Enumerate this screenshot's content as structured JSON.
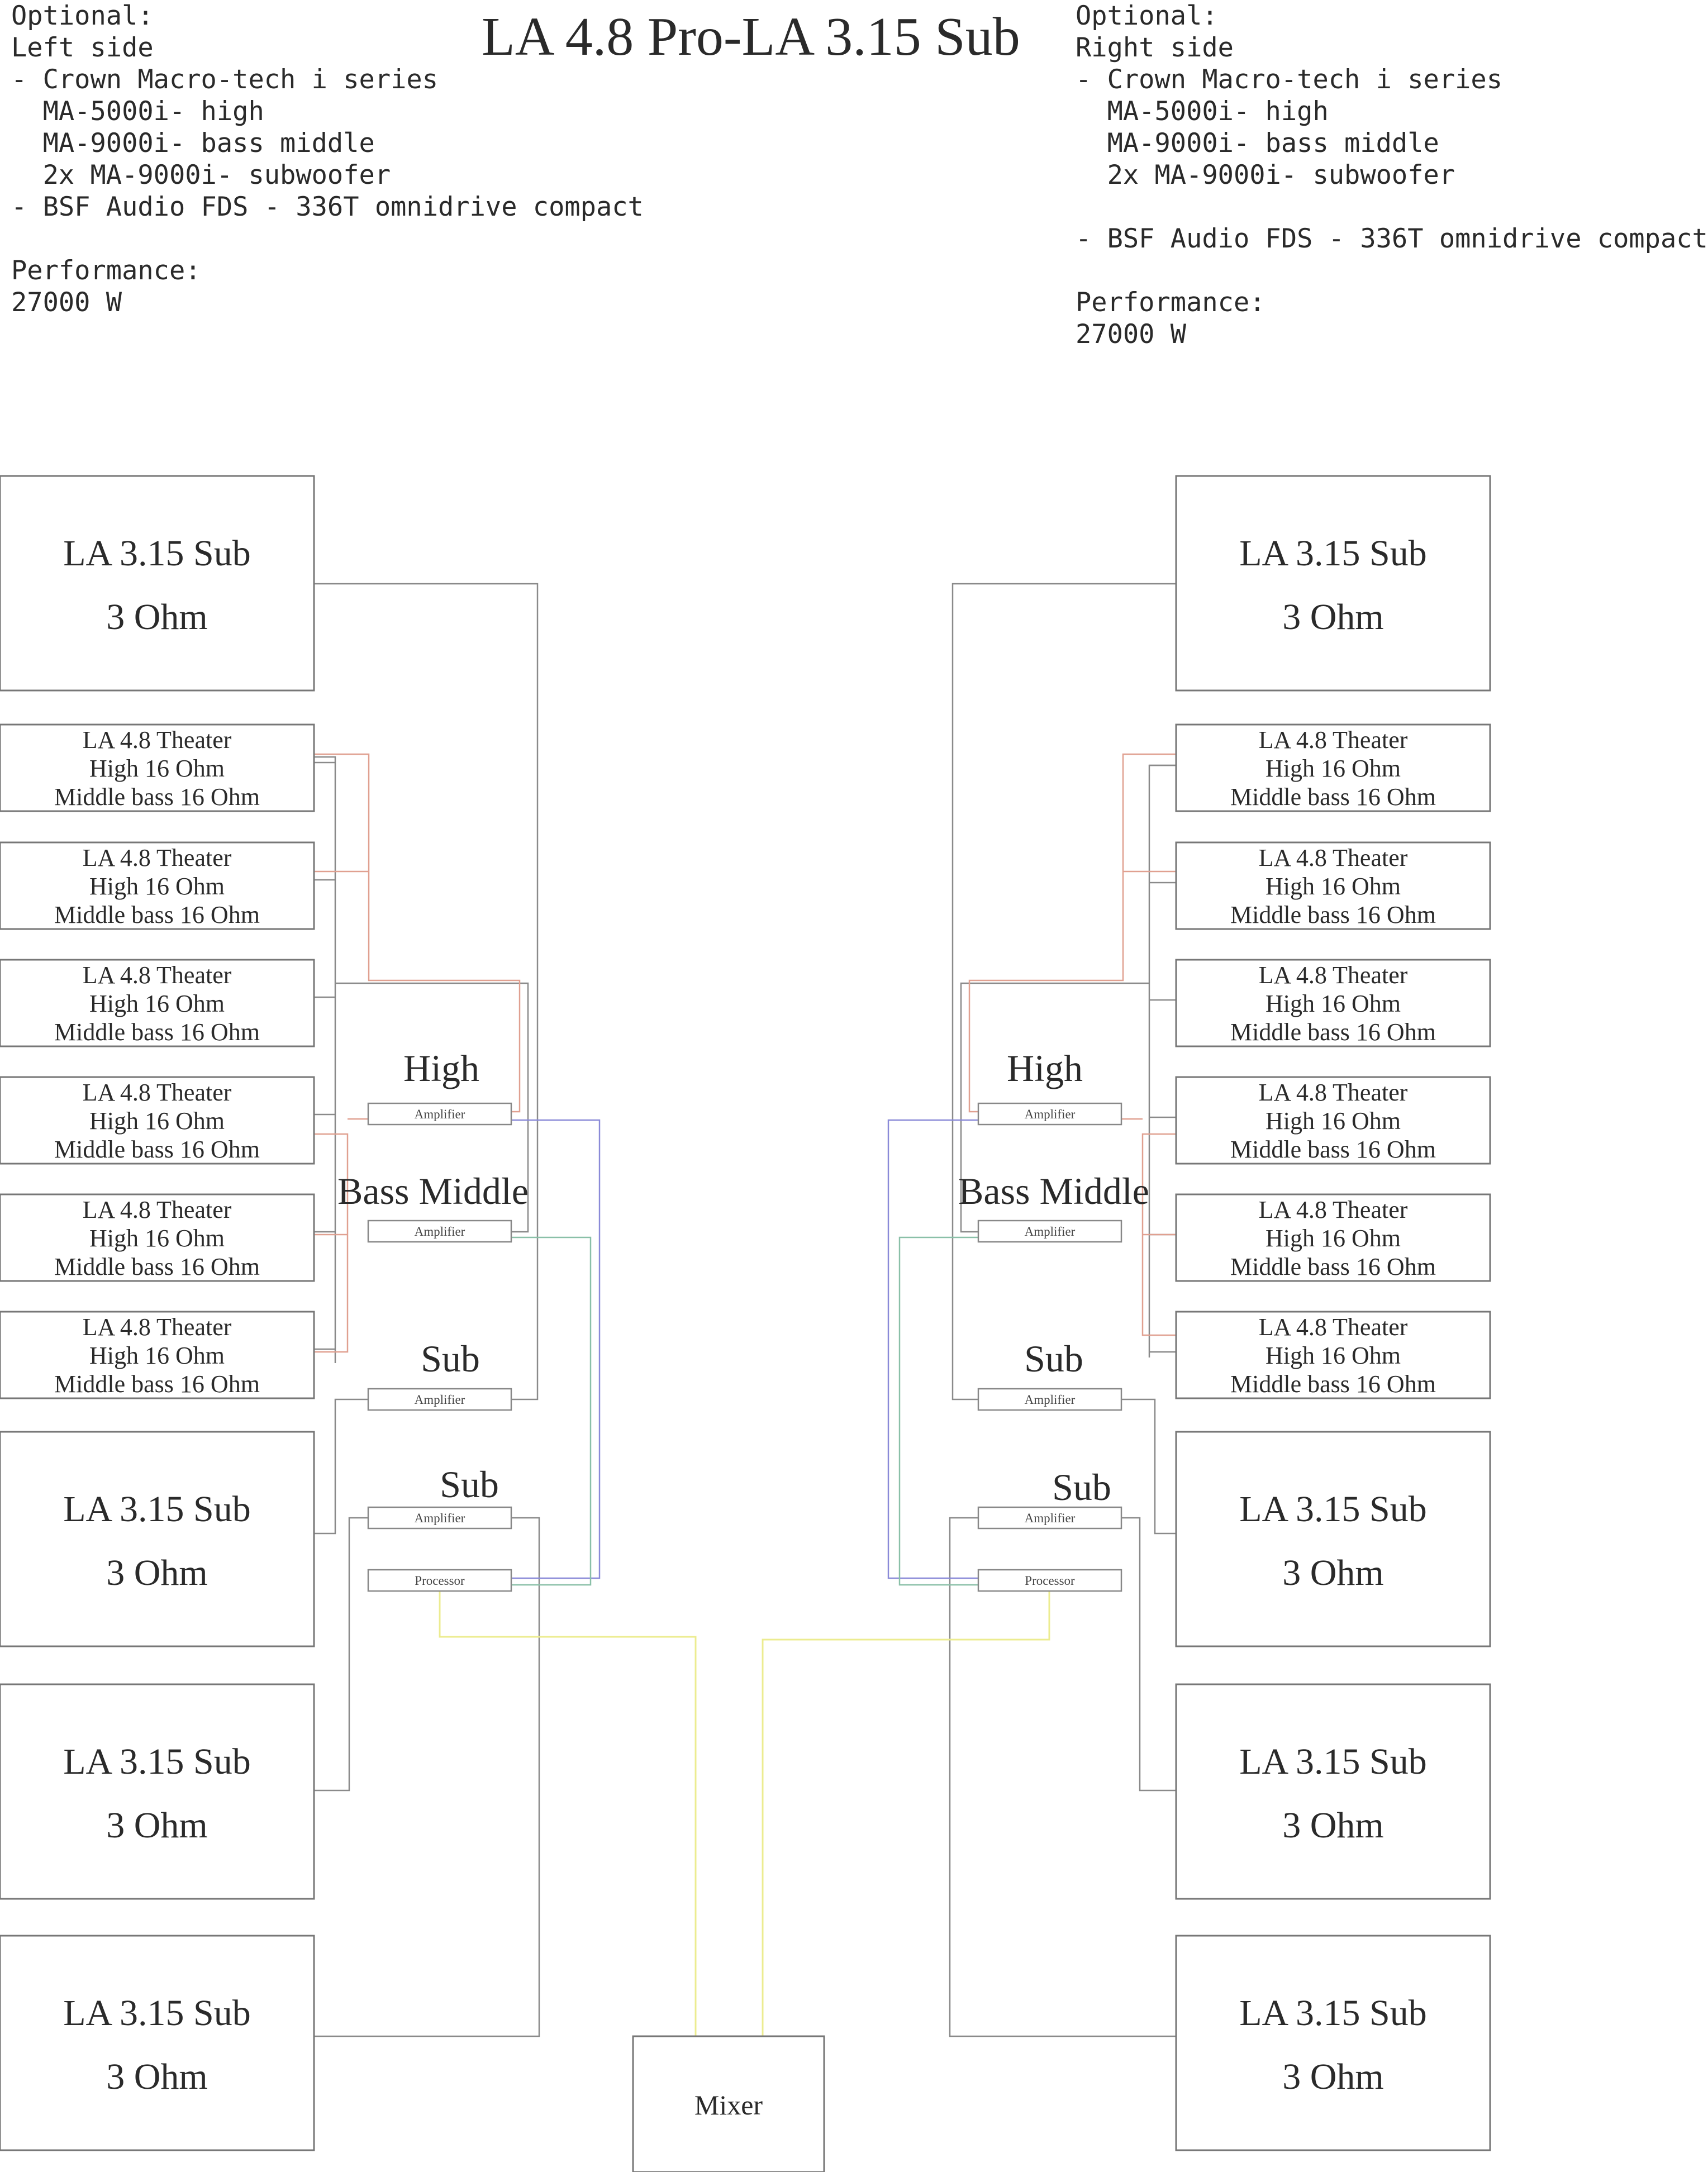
{
  "title": "LA 4.8 Pro-LA 3.15 Sub",
  "left_notes": [
    "Optional:",
    "Left side",
    "- Crown Macro-tech i series",
    "  MA-5000i- high",
    "  MA-9000i- bass middle",
    "  2x MA-9000i- subwoofer",
    "- BSF Audio FDS - 336T omnidrive compact",
    "",
    "Performance:",
    "27000 W"
  ],
  "right_notes": [
    "Optional:",
    "Right side",
    "- Crown Macro-tech i series",
    "  MA-5000i- high",
    "  MA-9000i- bass middle",
    "  2x MA-9000i- subwoofer",
    "",
    "- BSF Audio FDS - 336T omnidrive compact",
    "",
    "Performance:",
    "27000 W"
  ],
  "sub_box": {
    "name": "LA 3.15 Sub",
    "impedance": "3 Ohm"
  },
  "theater_box": {
    "name": "LA 4.8 Theater",
    "high": "High 16 Ohm",
    "mid": "Middle bass 16 Ohm"
  },
  "labels": {
    "high": "High",
    "bass_middle": "Bass Middle",
    "sub": "Sub"
  },
  "modules": {
    "amplifier": "Amplifier",
    "processor": "Processor"
  },
  "mixer": "Mixer",
  "wire_colors": {
    "speaker": "#8a8a8a",
    "high": "#e0a090",
    "signal": "#8a8ad8",
    "bass_signal": "#8ac0a8",
    "mixer": "#ecec90"
  }
}
